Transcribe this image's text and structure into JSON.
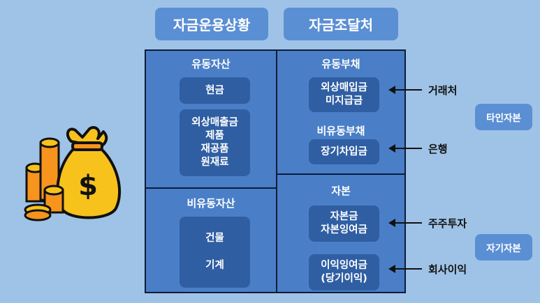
{
  "tabs": {
    "operation": "자금운용상황",
    "source": "자금조달처"
  },
  "assets": {
    "current_title": "유동자산",
    "cash": "현금",
    "receivables": [
      "외상매출금",
      "제품",
      "재공품",
      "원재료"
    ],
    "noncurrent_title": "비유동자산",
    "fixed": [
      "건물",
      "기계"
    ]
  },
  "liabilities": {
    "current_title": "유동부채",
    "payables": [
      "외상매입금",
      "미지급금"
    ],
    "noncurrent_title": "비유동부채",
    "loans": "장기차입금"
  },
  "equity": {
    "title": "자본",
    "capital": [
      "자본금",
      "자본잉여금"
    ],
    "retained": [
      "이익잉여금",
      "(당기이익)"
    ]
  },
  "sources": {
    "supplier": "거래처",
    "bank": "은행",
    "shareholders": "주주투자",
    "company_profit": "회사이익"
  },
  "capital_types": {
    "external": "타인자본",
    "internal": "자기자본"
  },
  "colors": {
    "background": "#9fc3e6",
    "tab": "#5b8fd4",
    "board": "#4a7fc7",
    "pill": "#2f5ea3",
    "border": "#0c1c3a",
    "money_bag": "#f7c21c",
    "coin": "#f7941d"
  },
  "illustration": {
    "icon": "money-bag-icon",
    "symbol": "$"
  }
}
